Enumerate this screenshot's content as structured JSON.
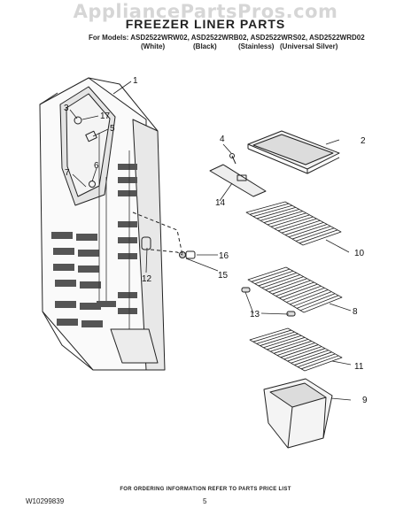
{
  "watermark": "AppliancePartsPros.com",
  "header": {
    "title": "FREEZER LINER PARTS",
    "models": "For Models: ASD2522WRW02, ASD2522WRB02, ASD2522WRS02, ASD2522WRD02",
    "variants": [
      "(White)",
      "(Black)",
      "(Stainless)",
      "(Universal Silver)"
    ]
  },
  "callouts": [
    "1",
    "2",
    "3",
    "4",
    "5",
    "6",
    "7",
    "8",
    "9",
    "10",
    "11",
    "12",
    "13",
    "14",
    "15",
    "16",
    "17"
  ],
  "footer": {
    "note": "FOR ORDERING INFORMATION REFER TO PARTS PRICE LIST",
    "doc_id": "W10299839",
    "page": "5"
  }
}
